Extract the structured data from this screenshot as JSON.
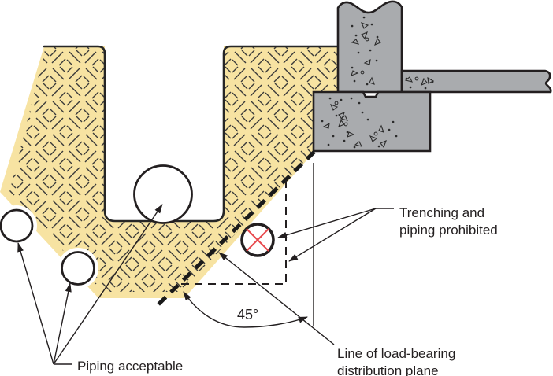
{
  "labels": {
    "prohibited": {
      "line1": "Trenching and",
      "line2": "piping prohibited"
    },
    "acceptable": {
      "text": "Piping acceptable"
    },
    "load_bearing": {
      "line1": "Line of load-bearing",
      "line2": "distribution plane"
    },
    "angle": {
      "text": "45°"
    }
  },
  "colors": {
    "soil": "#F7E3A2",
    "soil_hatch": "#3a3a3a",
    "concrete": "#A9ABAE",
    "outline": "#231F20",
    "prohibited_x": "#E8484D",
    "text": "#231F20"
  }
}
